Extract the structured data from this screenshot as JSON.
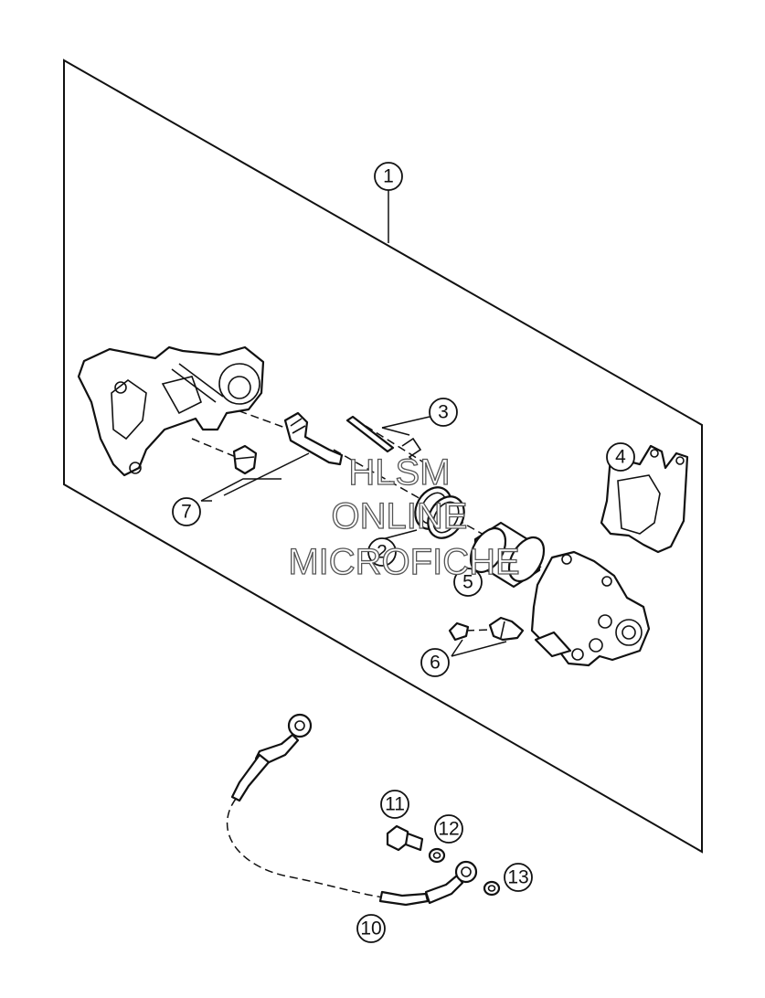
{
  "callouts": [
    "1",
    "2",
    "3",
    "4",
    "5",
    "6",
    "7",
    "10",
    "11",
    "12",
    "13"
  ],
  "watermark": {
    "line1": "HLSM",
    "line2": "ONLINE",
    "line3": "MICROFICHE"
  }
}
